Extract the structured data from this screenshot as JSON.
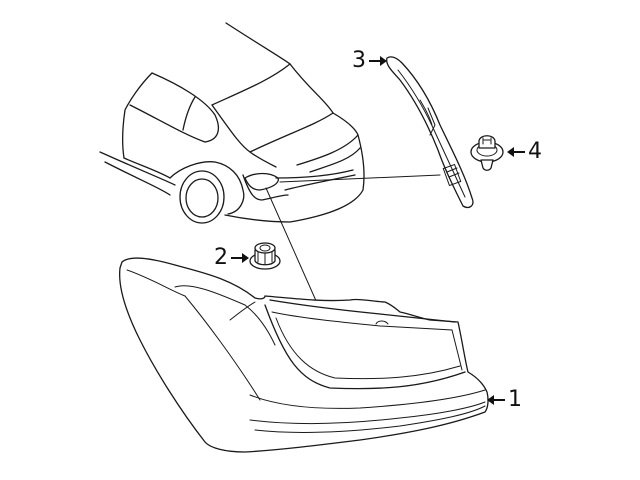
{
  "diagram": {
    "type": "exploded-parts-diagram",
    "subject": "rear tail lamp assembly",
    "callouts": [
      {
        "id": "1",
        "label": "1",
        "part": "tail-lamp-assembly",
        "arrow_dir": "left"
      },
      {
        "id": "2",
        "label": "2",
        "part": "nut",
        "arrow_dir": "right"
      },
      {
        "id": "3",
        "label": "3",
        "part": "trim-strip",
        "arrow_dir": "right"
      },
      {
        "id": "4",
        "label": "4",
        "part": "clip",
        "arrow_dir": "left"
      }
    ]
  },
  "colors": {
    "line": "#1a1a1a",
    "background": "#ffffff"
  }
}
